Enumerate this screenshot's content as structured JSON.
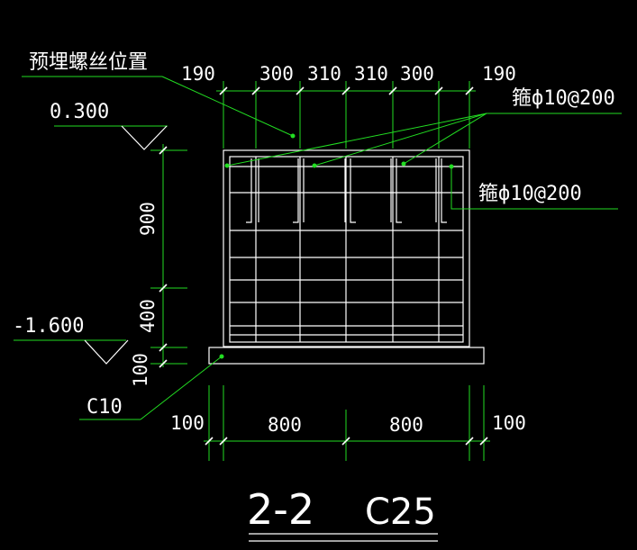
{
  "annotations": {
    "embedded_bolt_label": "预埋螺丝位置",
    "stirrup_top_label": "箍ф10@200",
    "stirrup_side_label": "箍ф10@200",
    "elev_top": "0.300",
    "elev_bottom": "-1.600",
    "cushion_label": "C10"
  },
  "top_dims": [
    "190",
    "300",
    "310",
    "310",
    "300",
    "190"
  ],
  "left_dims": [
    "900",
    "400",
    "100"
  ],
  "bottom_dims": [
    "100",
    "800",
    "800",
    "100"
  ],
  "section_title": "2-2",
  "concrete_grade": "C25",
  "colors": {
    "background": "#000000",
    "line": "#ffffff",
    "leader": "#22dd22"
  }
}
